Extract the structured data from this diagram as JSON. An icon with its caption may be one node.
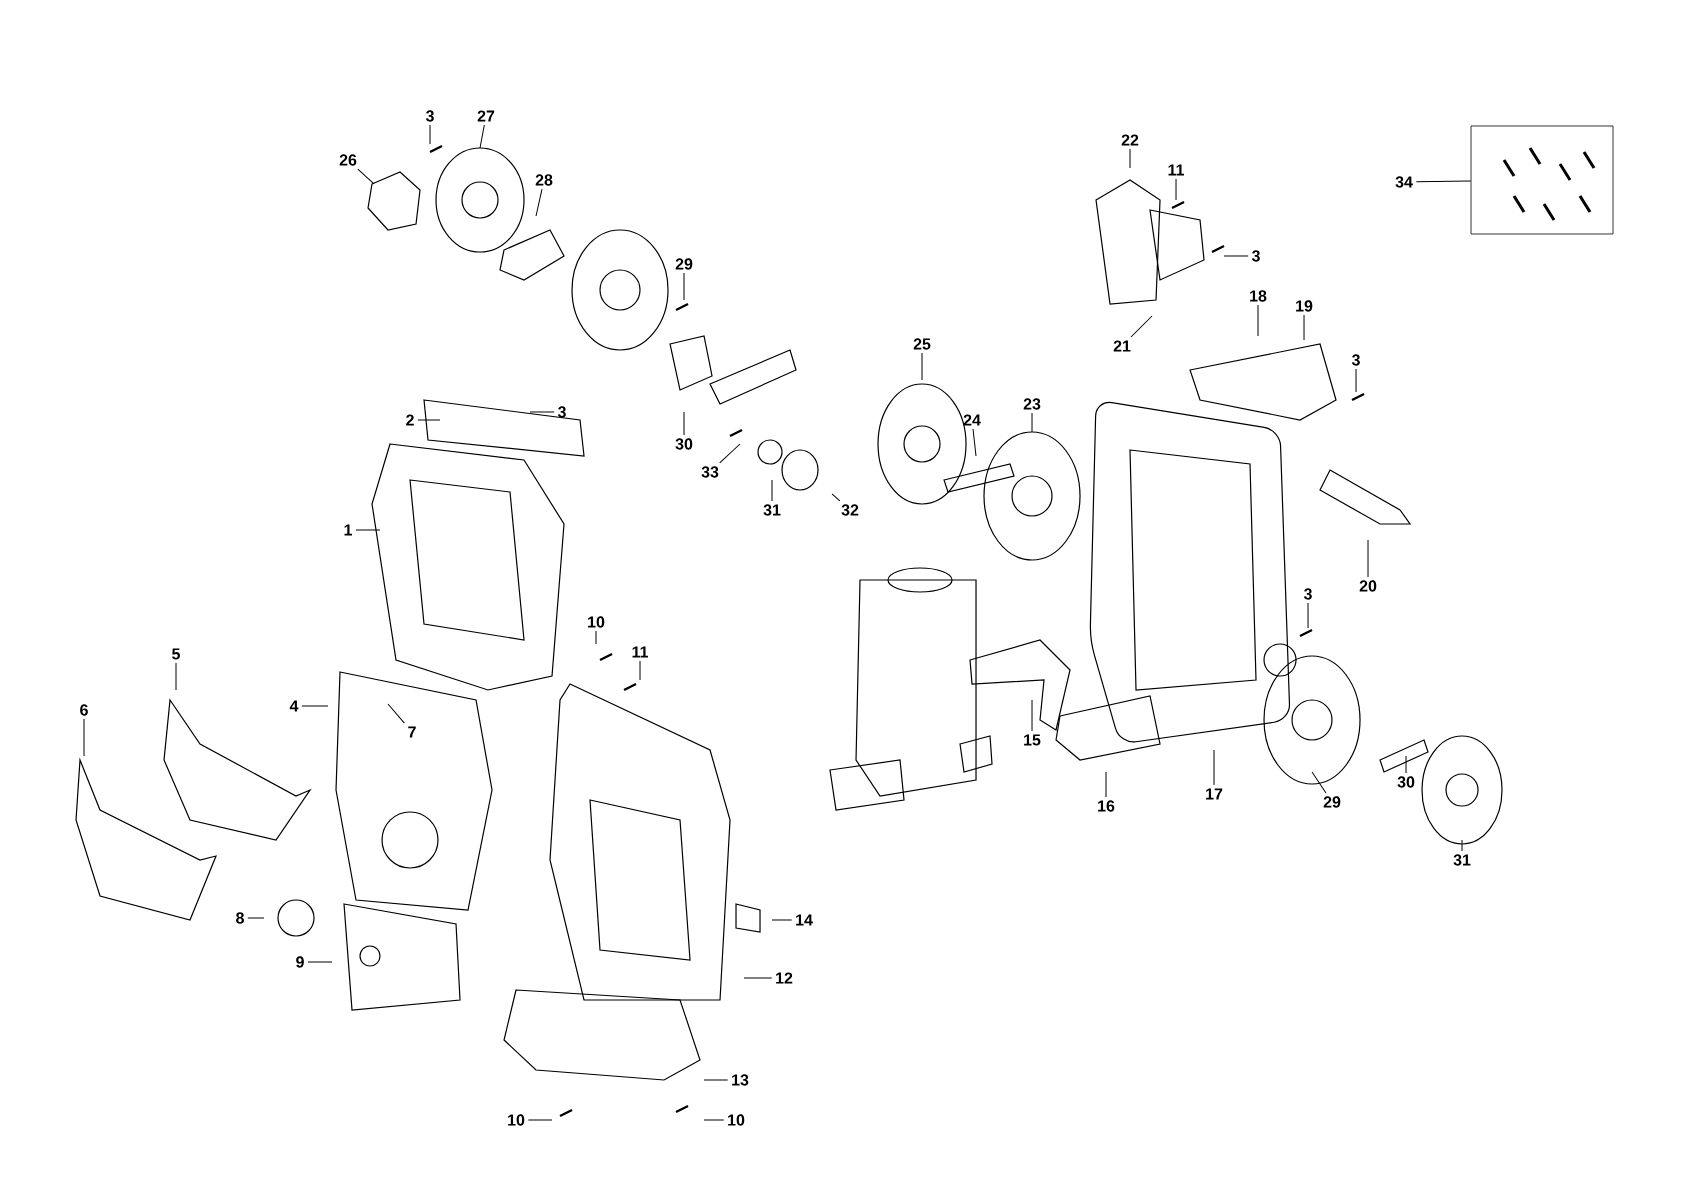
{
  "diagram": {
    "nodes": [
      {
        "text": [
          "3"
        ]
      },
      {
        "text": [
          "27"
        ]
      },
      {
        "text": [
          "26"
        ]
      },
      {
        "text": [
          "28"
        ]
      },
      {
        "text": [
          "29"
        ]
      },
      {
        "text": [
          "2"
        ]
      },
      {
        "text": [
          "3"
        ]
      },
      {
        "text": [
          "1"
        ]
      },
      {
        "text": [
          "30"
        ]
      },
      {
        "text": [
          "33"
        ]
      },
      {
        "text": [
          "31"
        ]
      },
      {
        "text": [
          "32"
        ]
      },
      {
        "text": [
          "25"
        ]
      },
      {
        "text": [
          "24"
        ]
      },
      {
        "text": [
          "23"
        ]
      },
      {
        "text": [
          "22"
        ]
      },
      {
        "text": [
          "11"
        ]
      },
      {
        "text": [
          "3"
        ]
      },
      {
        "text": [
          "21"
        ]
      },
      {
        "text": [
          "18"
        ]
      },
      {
        "text": [
          "19"
        ]
      },
      {
        "text": [
          "3"
        ]
      },
      {
        "text": [
          "34"
        ]
      },
      {
        "text": [],
        "shape": "box"
      },
      {
        "text": [
          "3"
        ]
      },
      {
        "text": [
          "10"
        ]
      },
      {
        "text": [
          "11"
        ]
      },
      {
        "text": [
          "5"
        ]
      },
      {
        "text": [
          "4"
        ]
      },
      {
        "text": [
          "7"
        ]
      },
      {
        "text": [
          "6"
        ]
      },
      {
        "text": [
          "20"
        ]
      },
      {
        "text": [
          "15"
        ]
      },
      {
        "text": [
          "17"
        ]
      },
      {
        "text": [
          "16"
        ]
      },
      {
        "text": [
          "29"
        ]
      },
      {
        "text": [
          "30"
        ]
      },
      {
        "text": [
          "31"
        ]
      },
      {
        "text": [
          "8"
        ]
      },
      {
        "text": [
          "14"
        ]
      },
      {
        "text": [
          "9"
        ]
      },
      {
        "text": [
          "12"
        ]
      },
      {
        "text": [
          "13"
        ]
      },
      {
        "text": [
          "10"
        ]
      },
      {
        "text": [
          "10"
        ]
      }
    ],
    "edges": [
      {
        "from": 0,
        "to": null,
        "arrow": "none"
      },
      {
        "from": 1,
        "to": null,
        "arrow": "none"
      },
      {
        "from": 2,
        "to": null,
        "arrow": "none"
      },
      {
        "from": 3,
        "to": null,
        "arrow": "none"
      },
      {
        "from": 4,
        "to": null,
        "arrow": "none"
      },
      {
        "from": 5,
        "to": null,
        "arrow": "none"
      },
      {
        "from": 6,
        "to": null,
        "arrow": "none"
      },
      {
        "from": 7,
        "to": null,
        "arrow": "none"
      },
      {
        "from": 8,
        "to": null,
        "arrow": "none"
      },
      {
        "from": 9,
        "to": null,
        "arrow": "none"
      },
      {
        "from": 10,
        "to": null,
        "arrow": "none"
      },
      {
        "from": 11,
        "to": null,
        "arrow": "none"
      },
      {
        "from": 12,
        "to": null,
        "arrow": "none"
      },
      {
        "from": 13,
        "to": null,
        "arrow": "none"
      },
      {
        "from": 14,
        "to": null,
        "arrow": "none"
      },
      {
        "from": 15,
        "to": null,
        "arrow": "none"
      },
      {
        "from": 16,
        "to": null,
        "arrow": "none"
      },
      {
        "from": 17,
        "to": null,
        "arrow": "none"
      },
      {
        "from": 18,
        "to": null,
        "arrow": "none"
      },
      {
        "from": 19,
        "to": null,
        "arrow": "none"
      },
      {
        "from": 20,
        "to": null,
        "arrow": "none"
      },
      {
        "from": 21,
        "to": null,
        "arrow": "none"
      },
      {
        "from": 22,
        "to": 23,
        "arrow": "none"
      },
      {
        "from": 24,
        "to": null,
        "arrow": "none"
      },
      {
        "from": 25,
        "to": null,
        "arrow": "none"
      },
      {
        "from": 26,
        "to": null,
        "arrow": "none"
      },
      {
        "from": 27,
        "to": null,
        "arrow": "none"
      },
      {
        "from": 28,
        "to": null,
        "arrow": "none"
      },
      {
        "from": 29,
        "to": null,
        "arrow": "none"
      },
      {
        "from": 30,
        "to": null,
        "arrow": "none"
      },
      {
        "from": 31,
        "to": null,
        "arrow": "none"
      },
      {
        "from": 32,
        "to": null,
        "arrow": "none"
      },
      {
        "from": 33,
        "to": null,
        "arrow": "none"
      },
      {
        "from": 34,
        "to": null,
        "arrow": "none"
      },
      {
        "from": 35,
        "to": null,
        "arrow": "none"
      },
      {
        "from": 36,
        "to": null,
        "arrow": "none"
      },
      {
        "from": 37,
        "to": null,
        "arrow": "none"
      },
      {
        "from": 38,
        "to": null,
        "arrow": "none"
      },
      {
        "from": 39,
        "to": null,
        "arrow": "none"
      },
      {
        "from": 40,
        "to": null,
        "arrow": "none"
      },
      {
        "from": 41,
        "to": null,
        "arrow": "none"
      },
      {
        "from": 42,
        "to": null,
        "arrow": "none"
      },
      {
        "from": 43,
        "to": null,
        "arrow": "none"
      },
      {
        "from": 44,
        "to": null,
        "arrow": "none"
      }
    ]
  }
}
